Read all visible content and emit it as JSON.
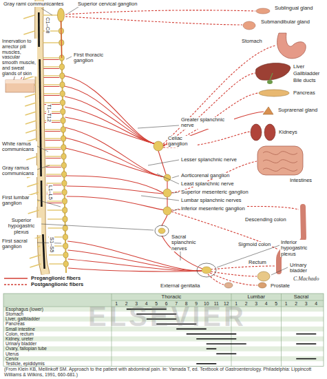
{
  "diagram": {
    "caption": "(From Klein KB, Mellinkoff SM. Approach to the patient with abdominal pain. In: Yamada T, ed. Textbook of Gastroenterology. Philadelphia: Lippincott Williams & Wilkins, 1991, 660-681.)",
    "labels": [
      "Gray rami communicantes",
      "Superior cervical ganglion",
      "Sublingual gland",
      "Submandibular gland",
      "C1–C8",
      "Innervation to arrector pili muscles, vascular smooth muscle, and sweat glands of skin",
      "Stomach",
      "First thoracic ganglion",
      "Liver",
      "Gallbladder",
      "Bile ducts",
      "Pancreas",
      "Suprarenal gland",
      "T1–T12",
      "Greater splanchnic nerve",
      "Celiac ganglion",
      "Kidneys",
      "White ramus communicans",
      "Lesser splanchnic nerve",
      "Gray ramus communicans",
      "Intestines",
      "Aorticorenal ganglion",
      "Least splanchnic nerve",
      "Superior mesenteric ganglion",
      "L1–L5",
      "First lumbar ganglion",
      "Lumbar splanchnic nerves",
      "Inferior mesenteric ganglion",
      "Superior hypogastric plexus",
      "First sacral ganglion",
      "Descending colon",
      "S1–S5",
      "Sacral splanchnic nerves",
      "Sigmoid colon",
      "Inferior hypogastric plexus",
      "Rectum",
      "Urinary bladder",
      "C.Machado",
      "Prostate",
      "External genitalia",
      "ELSEVIER",
      "Thoracic",
      "Lumbar",
      "Sacral",
      "1",
      "2",
      "3",
      "4",
      "5",
      "6",
      "7",
      "8",
      "9",
      "10",
      "11",
      "12",
      "1",
      "2",
      "3",
      "4",
      "5",
      "1",
      "2",
      "3",
      "4",
      "Esophagus (lower)",
      "Stomach",
      "Liver, gallbladder",
      "Pancreas",
      "Small intestine",
      "Colon, rectum",
      "Kidney, ureter",
      "Urinary bladder",
      "Ovary, fallopian tube",
      "Uterus",
      "Cervix",
      "Testicle, epididymis"
    ],
    "legend": [
      {
        "text": "Preganglionic fibers"
      },
      {
        "text": "Postganglionic fibers"
      }
    ]
  }
}
